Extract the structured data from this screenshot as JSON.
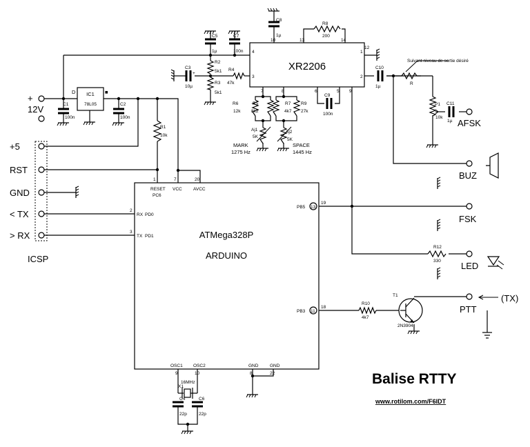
{
  "title": "Balise RTTY",
  "website": "www.rotilom.com/F6IDT",
  "chips": {
    "xr": "XR2206",
    "mcu_line1": "ATMega328P",
    "mcu_line2": "ARDUINO",
    "reg": "IC1",
    "reg_part": "78L05"
  },
  "supply": {
    "voltage": "12V",
    "plus": "+"
  },
  "icsp": {
    "label": "ICSP",
    "pins": [
      "+5",
      "RST",
      "GND",
      "< TX",
      "> RX"
    ]
  },
  "outputs": {
    "afsk": "AFSK",
    "buz": "BUZ",
    "fsk": "FSK",
    "led": "LED",
    "ptt": "PTT",
    "tx_note": "(TX)"
  },
  "note": "Suivant niveau de sortie désiré",
  "tones": {
    "mark": "MARK",
    "mark_hz": "1275 Hz",
    "space": "SPACE",
    "space_hz": "1445 Hz"
  },
  "xr_pins": {
    "p1": "1",
    "p2": "2",
    "p3": "3",
    "p4": "4",
    "p5": "5",
    "p6": "6",
    "p7": "7",
    "p8": "8",
    "p9": "9",
    "p10": "10",
    "p12": "12",
    "p13": "13",
    "p14": "14"
  },
  "mcu_pins": {
    "reset": "RESET",
    "pc6": "PC6",
    "vcc": "VCC",
    "avcc": "AVCC",
    "n1": "1",
    "n7": "7",
    "n20": "20",
    "rx": "RX",
    "pd0": "PD0",
    "n2": "2",
    "tx": "TX",
    "pd1": "PD1",
    "n3": "3",
    "pb5": "PB5",
    "n19": "19",
    "d13": "13",
    "pb3": "PB3",
    "n18": "18",
    "d11": "11",
    "osc1": "OSC1",
    "osc2": "OSC2",
    "n9": "9",
    "n10": "10",
    "gnd1": "GND",
    "gnd2": "GND",
    "n8": "8",
    "n22": "22"
  },
  "components": {
    "c1": [
      "C1",
      "100n"
    ],
    "c2": [
      "C2",
      "100n"
    ],
    "c3": [
      "C3",
      "10µ"
    ],
    "c4": [
      "C4",
      "22p"
    ],
    "c5": [
      "C5",
      "1µ"
    ],
    "c6": [
      "C6",
      "22p"
    ],
    "c7": [
      "C7",
      "100n"
    ],
    "c8": [
      "C8",
      "1µ"
    ],
    "c9": [
      "C9",
      "100n"
    ],
    "c10": [
      "C10",
      "1µ"
    ],
    "c11": [
      "C11",
      "1µ"
    ],
    "r1": [
      "R1",
      "10k"
    ],
    "r2": [
      "R2",
      "5k1"
    ],
    "r3": [
      "R3",
      "5k1"
    ],
    "r4": [
      "R4",
      "47k"
    ],
    "r5": [
      "R5",
      "8k2"
    ],
    "r6": [
      "R6",
      "12k"
    ],
    "r7": [
      "R7",
      "4k7"
    ],
    "r8": [
      "R8",
      "200"
    ],
    "r9": [
      "R9",
      "27k"
    ],
    "r10": [
      "R10",
      "4k7"
    ],
    "r12": [
      "R12",
      "330"
    ],
    "r": "R",
    "p1": [
      "P1",
      "10k"
    ],
    "aj1": [
      "Aj1",
      "5K"
    ],
    "aj2": [
      "Aj2",
      "5K"
    ],
    "x1": [
      "X1",
      "16MHz"
    ],
    "t1": [
      "T1",
      "2N3904"
    ]
  }
}
